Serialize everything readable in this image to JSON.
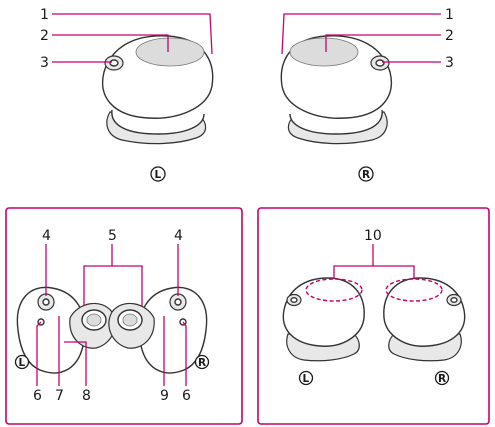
{
  "callouts": {
    "c1": "1",
    "c2": "2",
    "c3": "3",
    "c4": "4",
    "c5": "5",
    "c6": "6",
    "c7": "7",
    "c8": "8",
    "c9": "9",
    "c10": "10"
  },
  "side_markers": {
    "left": "L",
    "right": "R"
  },
  "colors": {
    "leader": "#c8006e",
    "outline": "#333333",
    "plate": "#dcdcdc"
  }
}
